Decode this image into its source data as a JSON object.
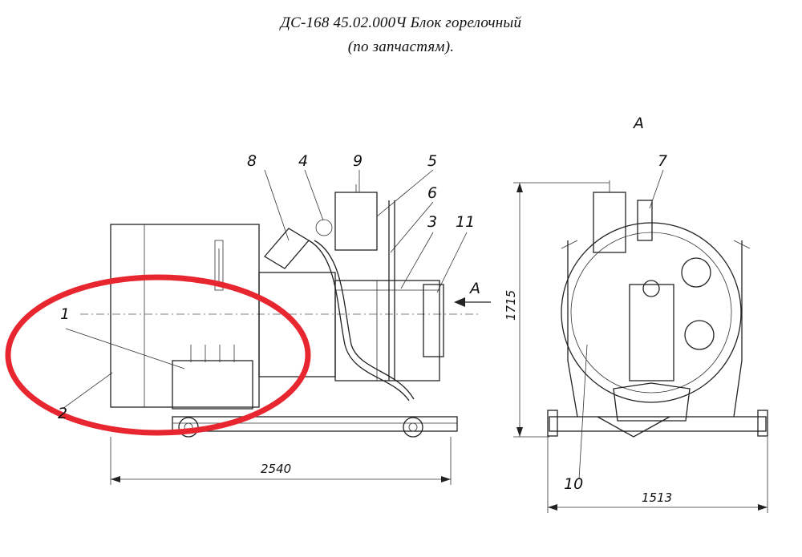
{
  "title": {
    "line1": "ДС-168 45.02.000Ч Блок горелочный",
    "line2": "(по запчастям)."
  },
  "view_label": "А",
  "arrow_label": "А",
  "callouts": [
    "1",
    "2",
    "3",
    "4",
    "5",
    "6",
    "7",
    "8",
    "9",
    "10",
    "11"
  ],
  "dimensions": {
    "length": "2540",
    "height": "1715",
    "width": "1513"
  },
  "highlight_color": "#e8262f",
  "line_color": "#222222"
}
